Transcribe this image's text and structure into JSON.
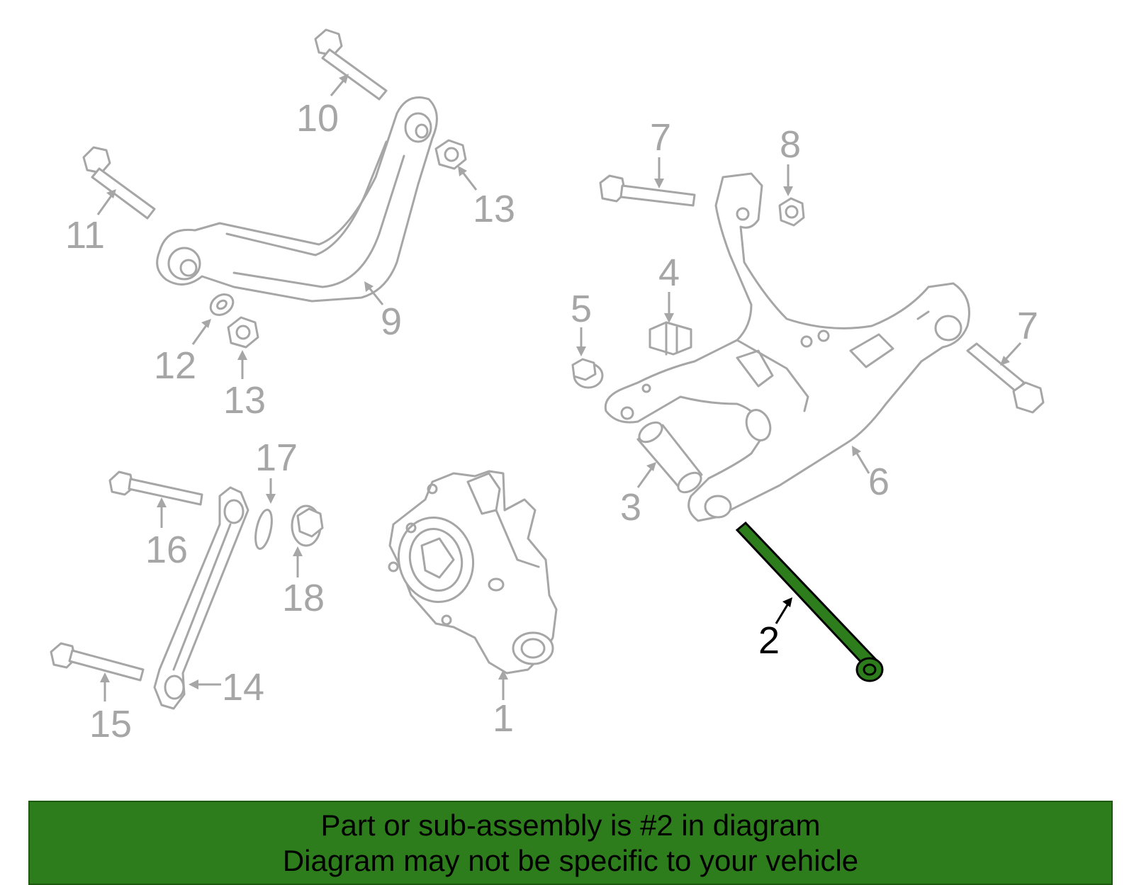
{
  "diagram": {
    "highlighted_part": "2",
    "highlight_color": "#2e7d1d",
    "line_color": "#a6a6a6",
    "callouts": [
      "1",
      "2",
      "3",
      "4",
      "5",
      "6",
      "7",
      "7",
      "8",
      "9",
      "10",
      "11",
      "12",
      "13",
      "13",
      "14",
      "15",
      "16",
      "17",
      "18"
    ]
  },
  "banner": {
    "line1": "Part or sub-assembly is #2 in diagram",
    "line2": "Diagram may not be specific to your vehicle",
    "background": "#2e7d1d"
  }
}
